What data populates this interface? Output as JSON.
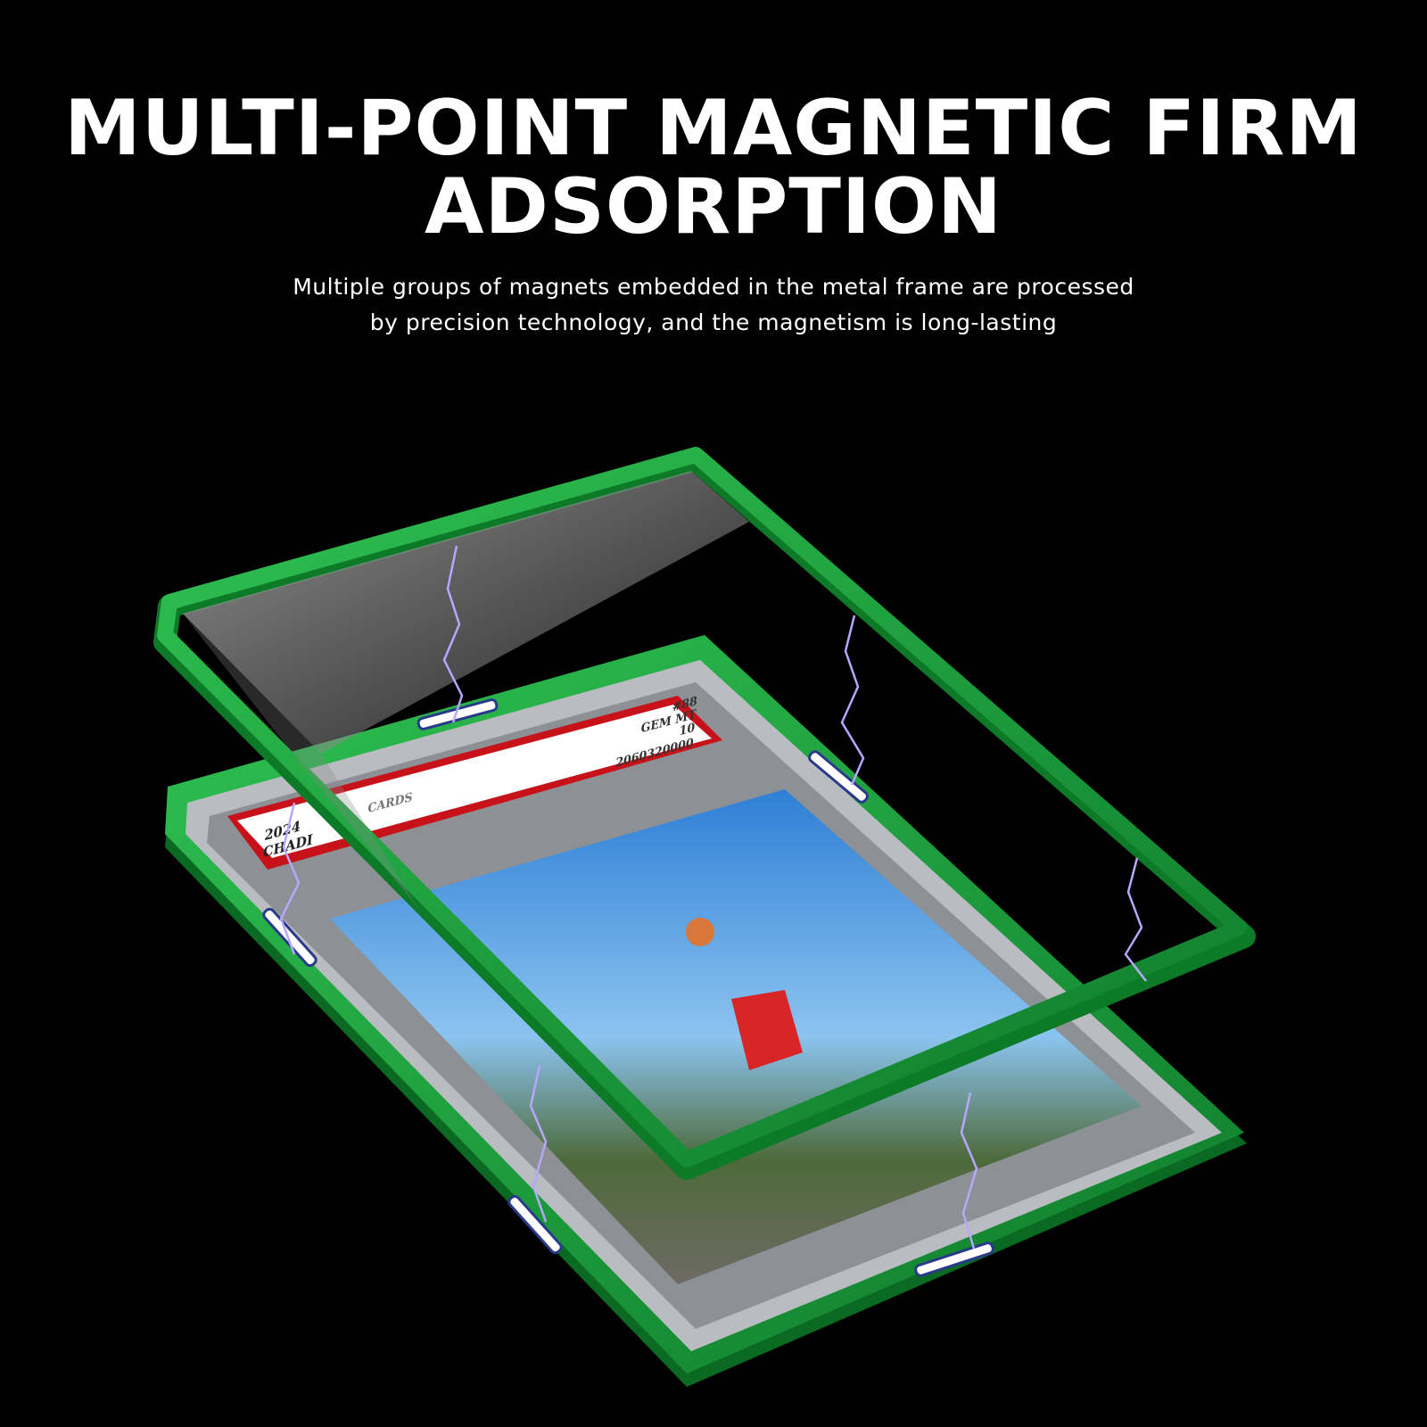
{
  "headline": {
    "line1": "MULTI-POINT MAGNETIC FIRM",
    "line2": "ADSORPTION"
  },
  "description": {
    "line1": "Multiple groups of magnets embedded in the metal frame are processed",
    "line2": "by precision technology, and the magnetism is long-lasting"
  },
  "slab_label": {
    "year": "2024",
    "name": "CHADI",
    "set": "CARDS",
    "number": "#88",
    "grade_text": "GEM MT",
    "grade": "10",
    "cert": "2060320000"
  },
  "colors": {
    "background": "#000000",
    "frame_green": "#1c9b3c",
    "label_red": "#c8121a",
    "lightning": "#a98cff"
  }
}
